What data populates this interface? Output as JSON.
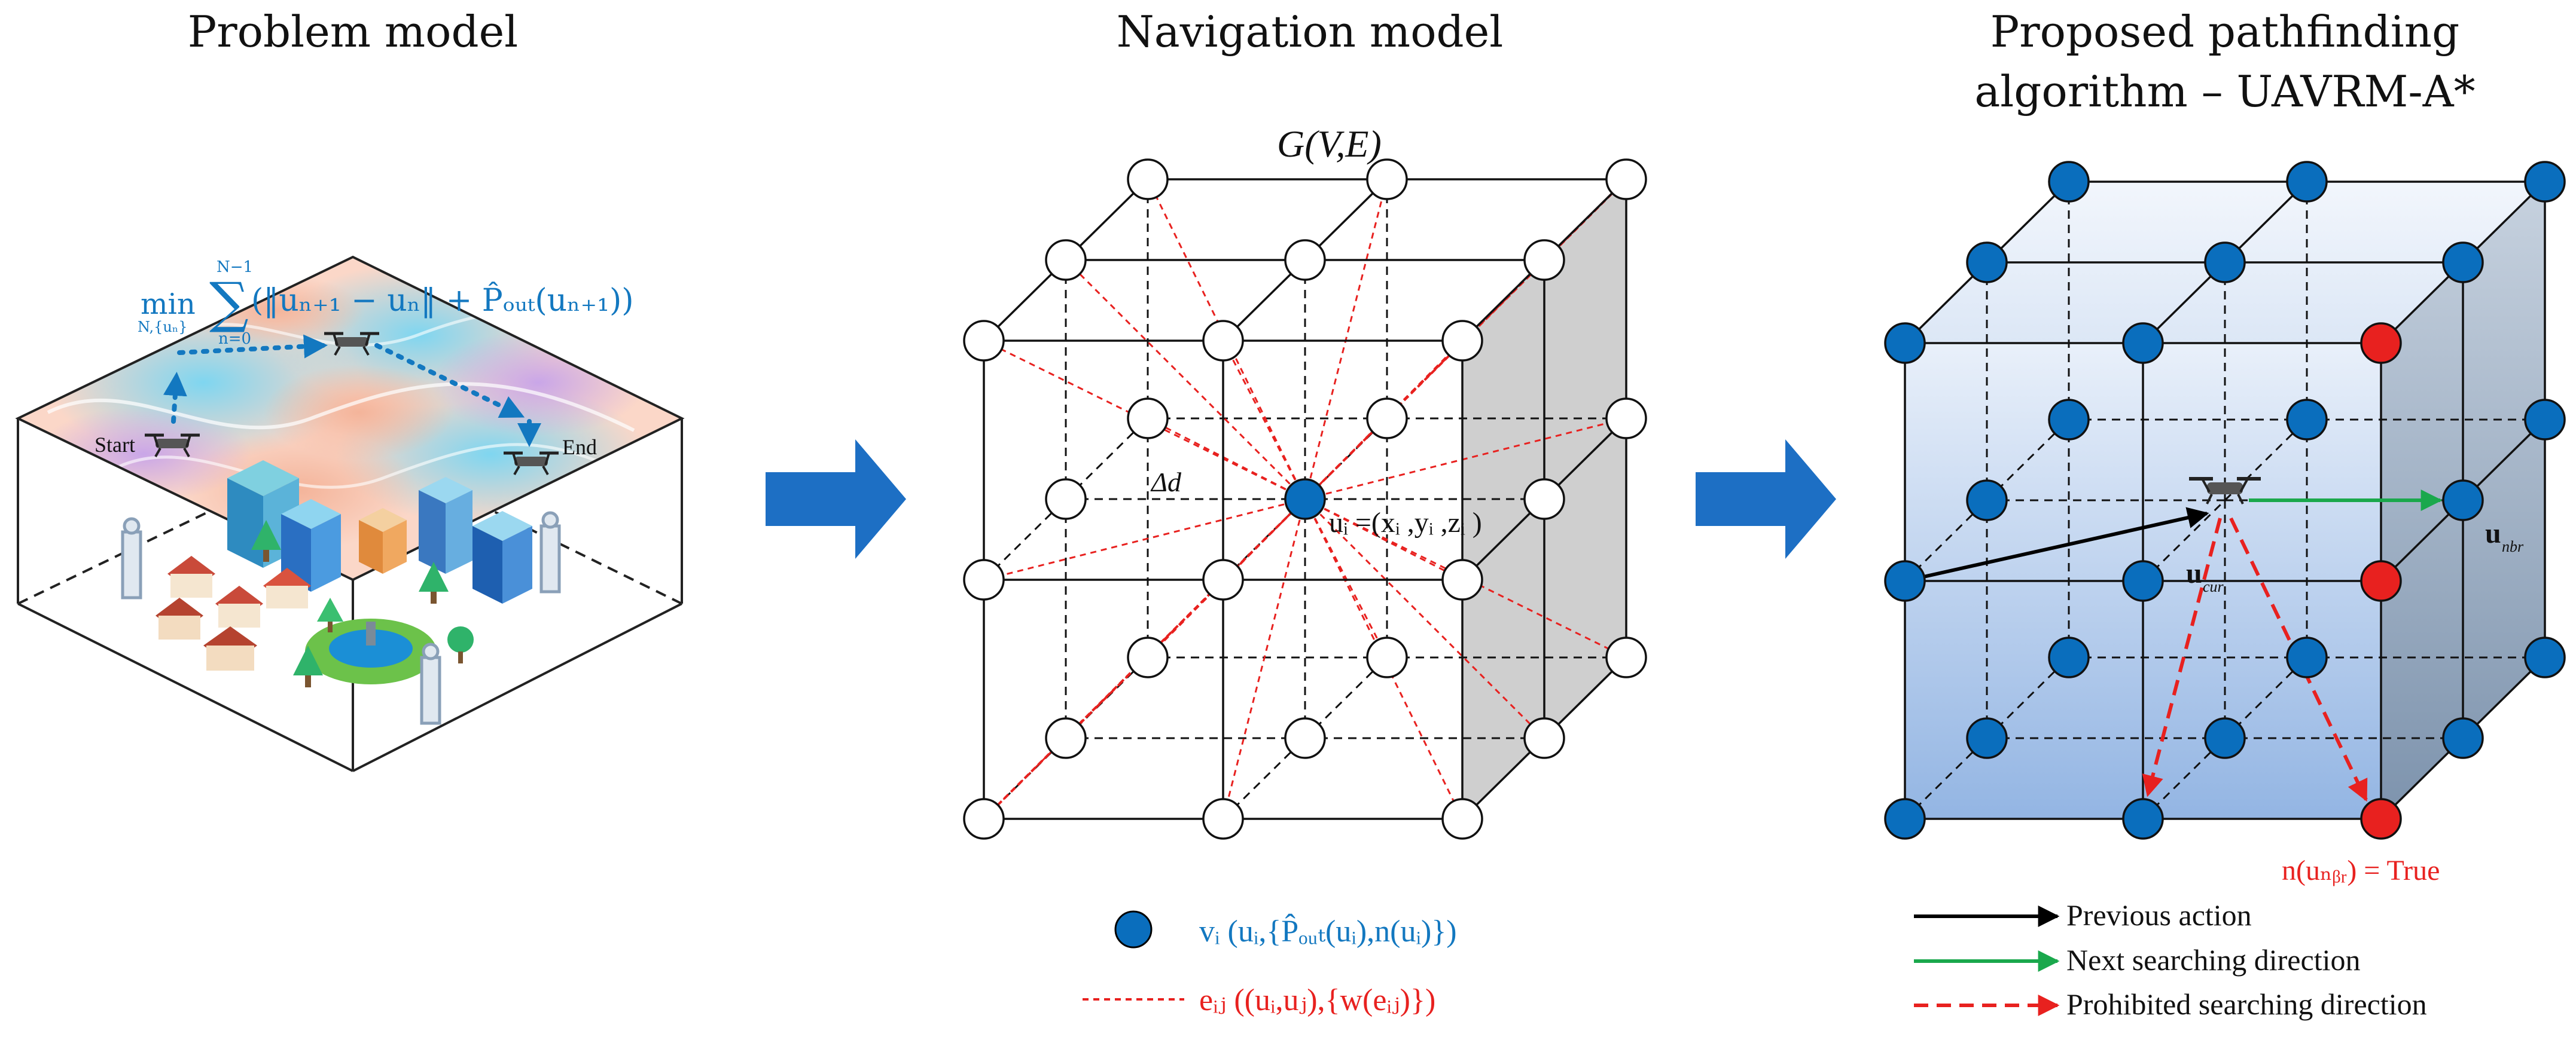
{
  "titles": {
    "problem": "Problem model",
    "navigation": "Navigation model",
    "proposed_line1": "Proposed pathfinding",
    "proposed_line2": "algorithm – UAVRM-A*"
  },
  "problem_panel": {
    "objective_min": "min",
    "objective_sub": "N,{uₙ}",
    "objective_sum": "∑",
    "objective_upper": "N−1",
    "objective_lower": "n=0",
    "objective_body": "(‖uₙ₊₁ − uₙ‖ + P̂ₒᵤₜ(uₙ₊₁))",
    "start_label": "Start",
    "end_label": "End"
  },
  "navigation_panel": {
    "graph_label": "G(V,E)",
    "delta_label": "Δd",
    "node_label": "uᵢ =(xᵢ ,yᵢ ,zᵢ )",
    "legend_vertex": "vᵢ (uᵢ,{P̂ₒᵤₜ(uᵢ),n(uᵢ)})",
    "legend_edge": "eᵢⱼ ((uᵢ,uⱼ),{w(eᵢⱼ)})"
  },
  "proposed_panel": {
    "ucur_label": "u",
    "ucur_sub": "cur",
    "unbr_label": "u",
    "unbr_sub": "nbr",
    "prohibited_eq": "n(uₙᵦᵣ) = True",
    "legend": [
      {
        "label": "Previous action",
        "color": "#000000",
        "dashed": false
      },
      {
        "label": "Next searching direction",
        "color": "#1aa84c",
        "dashed": false
      },
      {
        "label": "Prohibited searching direction",
        "color": "#e8211f",
        "dashed": true
      }
    ]
  },
  "colors": {
    "node_blue": "#0a6ebd",
    "node_red": "#e8211f",
    "edge_red": "#e8211f",
    "arrow_blue": "#1d6fc4",
    "text_blue": "#1378c0"
  }
}
